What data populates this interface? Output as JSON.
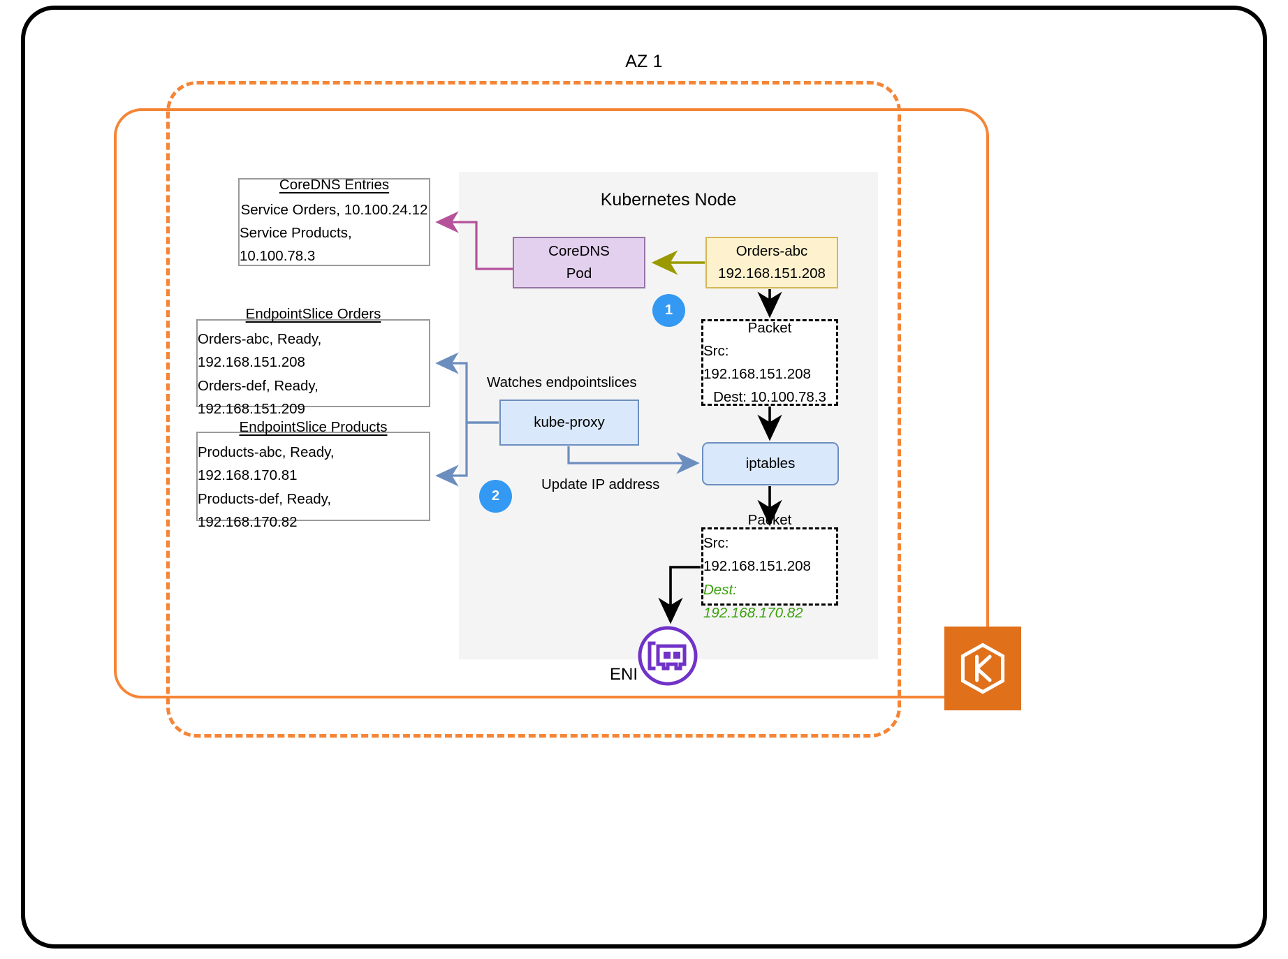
{
  "diagram": {
    "az_label": "AZ 1",
    "node_title": "Kubernetes Node"
  },
  "boxes": {
    "coredns_entries": {
      "title": "CoreDNS Entries",
      "lines": [
        "Service Orders, 10.100.24.12",
        "Service Products, 10.100.78.3"
      ]
    },
    "endpointslice_orders": {
      "title": "EndpointSlice Orders",
      "lines": [
        "Orders-abc, Ready, 192.168.151.208",
        "Orders-def, Ready, 192.168.151.209"
      ]
    },
    "endpointslice_products": {
      "title": "EndpointSlice Products",
      "lines": [
        "Products-abc, Ready, 192.168.170.81",
        "Products-def, Ready, 192.168.170.82"
      ]
    },
    "coredns_pod": {
      "line1": "CoreDNS",
      "line2": "Pod"
    },
    "orders_pod": {
      "line1": "Orders-abc",
      "line2": "192.168.151.208"
    },
    "kube_proxy": {
      "label": "kube-proxy"
    },
    "iptables": {
      "label": "iptables"
    },
    "packet_before": {
      "title": "Packet",
      "src": "Src: 192.168.151.208",
      "dest": "Dest: 10.100.78.3"
    },
    "packet_after": {
      "title": "Packet",
      "src": "Src: 192.168.151.208",
      "dest": "Dest: 192.168.170.82"
    }
  },
  "labels": {
    "watches_endpointslices": "Watches endpointslices",
    "update_ip_address": "Update IP address",
    "eni": "ENI"
  },
  "badges": {
    "step1": "1",
    "step2": "2"
  },
  "colors": {
    "orange": "#F58536",
    "badge_blue": "#3399F3",
    "pod_purple_fill": "#E3D0EE",
    "pod_purple_stroke": "#9673A6",
    "pod_yellow_fill": "#FDF2CD",
    "pod_yellow_stroke": "#D6B656",
    "blue_fill": "#D9E8FB",
    "blue_stroke": "#6C8EBF",
    "dns_arrow_magenta": "#B5529B",
    "dns_arrow_olive": "#9A9A00",
    "green_text": "#3AA10B",
    "eni_purple": "#7132C8",
    "eks_orange": "#E0701A",
    "node_panel_gray": "#F4F4F4"
  }
}
